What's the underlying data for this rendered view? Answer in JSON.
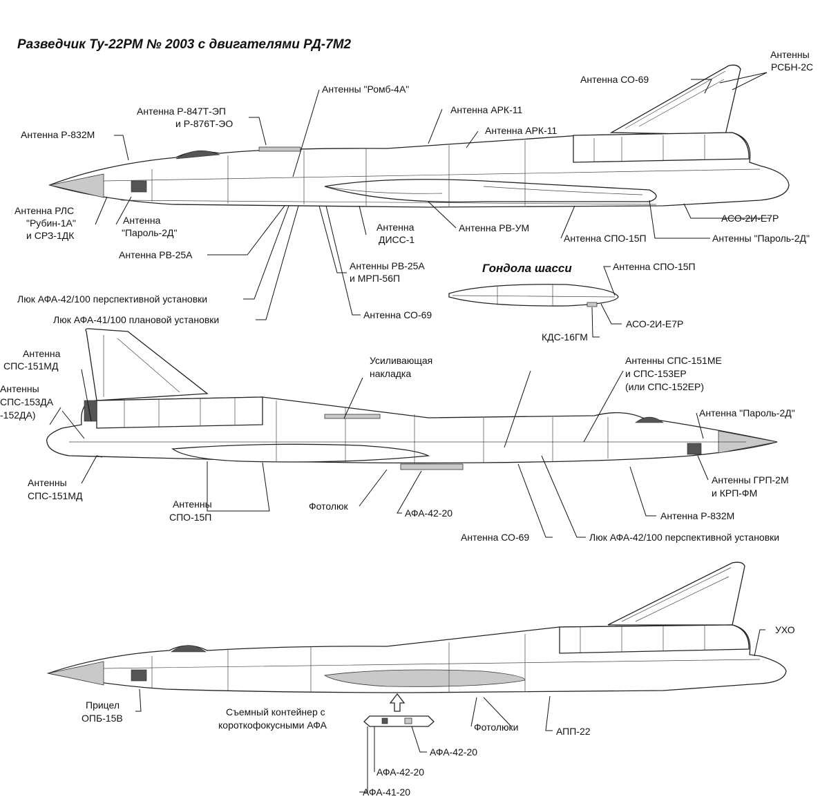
{
  "title": "Разведчик Ту-22РМ № 2003 с двигателями  РД-7М2",
  "views": {
    "top": {
      "labels": {
        "antenna_rsbn": [
          "Антенны",
          "РСБН-2С"
        ],
        "antenna_so69": "Антенна СО-69",
        "antenna_romb": "Антенны \"Ромб-4А\"",
        "antenna_r847": [
          "Антенна Р-847Т-ЭП",
          "и Р-876Т-ЭО"
        ],
        "antenna_ark11_a": "Антенна АРК-11",
        "antenna_ark11_b": "Антенна АРК-11",
        "antenna_r832": "Антенна Р-832М",
        "antenna_rls": [
          "Антенна РЛС",
          "\"Рубин-1А\"",
          "и СРЗ-1ДК"
        ],
        "antenna_parol": [
          "Антенна",
          "\"Пароль-2Д\""
        ],
        "antenna_diss": [
          "Антенна",
          "ДИСС-1"
        ],
        "antenna_rvum": "Антенна РВ-УМ",
        "antenna_spo15": "Антенна СПО-15П",
        "antennas_parol": "Антенны \"Пароль-2Д\"",
        "aso2i": "АСО-2И-Е7Р",
        "antenna_rv25a": "Антенна РВ-25А",
        "antennas_rv25a": [
          "Антенны РВ-25А",
          "и МРП-56П"
        ],
        "afa42_hatch": "Люк АФА-42/100 перспективной установки",
        "afa41_hatch": "Люк АФА-41/100 плановой установки",
        "antenna_so69_b": "Антенна СО-69"
      }
    },
    "gondola": {
      "title": "Гондола шасси",
      "labels": {
        "spo15": "Антенна СПО-15П",
        "aso2i": "АСО-2И-Е7Р",
        "kds": "КДС-16ГМ"
      }
    },
    "middle": {
      "labels": {
        "sps151md_top": [
          "Антенна",
          "СПС-151МД"
        ],
        "sps153da": [
          "Антенны",
          "СПС-153ДА",
          "-152ДА)"
        ],
        "reinforcing": [
          "Усиливающая",
          "накладка"
        ],
        "sps151me": [
          "Антенны СПС-151МЕ",
          "и СПС-153ЕР",
          "(или СПС-152ЕР)"
        ],
        "parol": "Антенна \"Пароль-2Д\"",
        "sps151md_bottom": [
          "Антенны",
          "СПС-151МД"
        ],
        "spo15": [
          "Антенны",
          "СПО-15П"
        ],
        "fotolyuk": "Фотолюк",
        "afa4220": "АФА-42-20",
        "grp": [
          "Антенны ГРП-2М",
          "и КРП-ФМ"
        ],
        "r832": "Антенна Р-832М",
        "so69": "Антенна СО-69",
        "afa42_hatch": "Люк АФА-42/100 перспективной установки"
      }
    },
    "bottom": {
      "labels": {
        "uho": "УХО",
        "pricel": [
          "Прицел",
          "ОПБ-15В"
        ],
        "container": [
          "Съемный контейнер с",
          "короткофокусными АФА"
        ],
        "fotolyuki": "Фотолюки",
        "app22": "АПП-22",
        "afa4220_a": "АФА-42-20",
        "afa4220_b": "АФА-42-20",
        "afa4120": "АФА-41-20"
      }
    }
  }
}
